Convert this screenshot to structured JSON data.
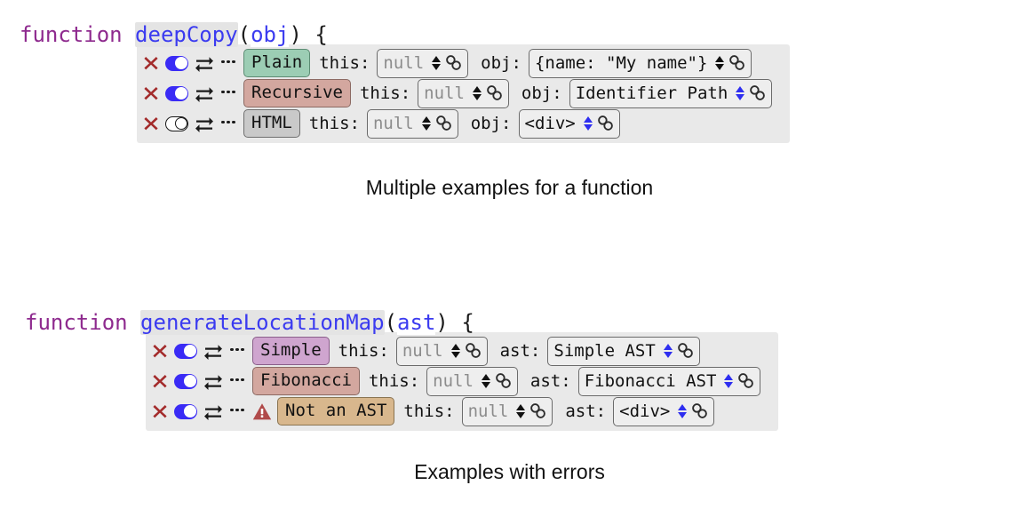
{
  "blocks": [
    {
      "signature": {
        "keyword": "function",
        "name": "deepCopy",
        "open_paren": "(",
        "param": "obj",
        "close_paren": ")",
        "brace": "{"
      },
      "caption": "Multiple examples for a function",
      "rows": [
        {
          "close_icon": "x-icon",
          "toggle_state": "on",
          "swap_icon": "swap-icon",
          "more_icon": "ellipsis-icon",
          "warning": false,
          "tag_label": "Plain",
          "tag_color": "green",
          "fields": [
            {
              "label": "this:",
              "value": "null",
              "muted": true,
              "spinner_color": "black"
            },
            {
              "label": "obj:",
              "value": "{name: \"My name\"}",
              "muted": false,
              "spinner_color": "black"
            }
          ]
        },
        {
          "close_icon": "x-icon",
          "toggle_state": "on",
          "swap_icon": "swap-icon",
          "more_icon": "ellipsis-icon",
          "warning": false,
          "tag_label": "Recursive",
          "tag_color": "salmon",
          "fields": [
            {
              "label": "this:",
              "value": "null",
              "muted": true,
              "spinner_color": "black"
            },
            {
              "label": "obj:",
              "value": "Identifier Path",
              "muted": false,
              "spinner_color": "blue"
            }
          ]
        },
        {
          "close_icon": "x-icon",
          "toggle_state": "off",
          "swap_icon": "swap-icon",
          "more_icon": "ellipsis-icon",
          "warning": false,
          "tag_label": "HTML",
          "tag_color": "gray",
          "fields": [
            {
              "label": "this:",
              "value": "null",
              "muted": true,
              "spinner_color": "black"
            },
            {
              "label": "obj:",
              "value": "<div>",
              "muted": false,
              "spinner_color": "blue"
            }
          ]
        }
      ]
    },
    {
      "signature": {
        "keyword": "function",
        "name": "generateLocationMap",
        "open_paren": "(",
        "param": "ast",
        "close_paren": ")",
        "brace": "{"
      },
      "caption": "Examples with errors",
      "rows": [
        {
          "close_icon": "x-icon",
          "toggle_state": "on",
          "swap_icon": "swap-icon",
          "more_icon": "ellipsis-icon",
          "warning": false,
          "tag_label": "Simple",
          "tag_color": "purple",
          "fields": [
            {
              "label": "this:",
              "value": "null",
              "muted": true,
              "spinner_color": "black"
            },
            {
              "label": "ast:",
              "value": "Simple AST",
              "muted": false,
              "spinner_color": "blue"
            }
          ]
        },
        {
          "close_icon": "x-icon",
          "toggle_state": "on",
          "swap_icon": "swap-icon",
          "more_icon": "ellipsis-icon",
          "warning": false,
          "tag_label": "Fibonacci",
          "tag_color": "salmon",
          "fields": [
            {
              "label": "this:",
              "value": "null",
              "muted": true,
              "spinner_color": "black"
            },
            {
              "label": "ast:",
              "value": "Fibonacci AST",
              "muted": false,
              "spinner_color": "blue"
            }
          ]
        },
        {
          "close_icon": "x-icon",
          "toggle_state": "on",
          "swap_icon": "swap-icon",
          "more_icon": "ellipsis-icon",
          "warning": true,
          "tag_label": "Not an AST",
          "tag_color": "tan",
          "fields": [
            {
              "label": "this:",
              "value": "null",
              "muted": true,
              "spinner_color": "black"
            },
            {
              "label": "ast:",
              "value": "<div>",
              "muted": false,
              "spinner_color": "blue"
            }
          ]
        }
      ]
    }
  ],
  "colors": {
    "keyword": "#8e2a8e",
    "identifier": "#3b3bf0",
    "close_x": "#a32b2b",
    "toggle_on": "#3a2bf5",
    "warning": "#b04a4a",
    "row_background": "#e9e9e9",
    "spinner_blue": "#2e2ef0"
  }
}
